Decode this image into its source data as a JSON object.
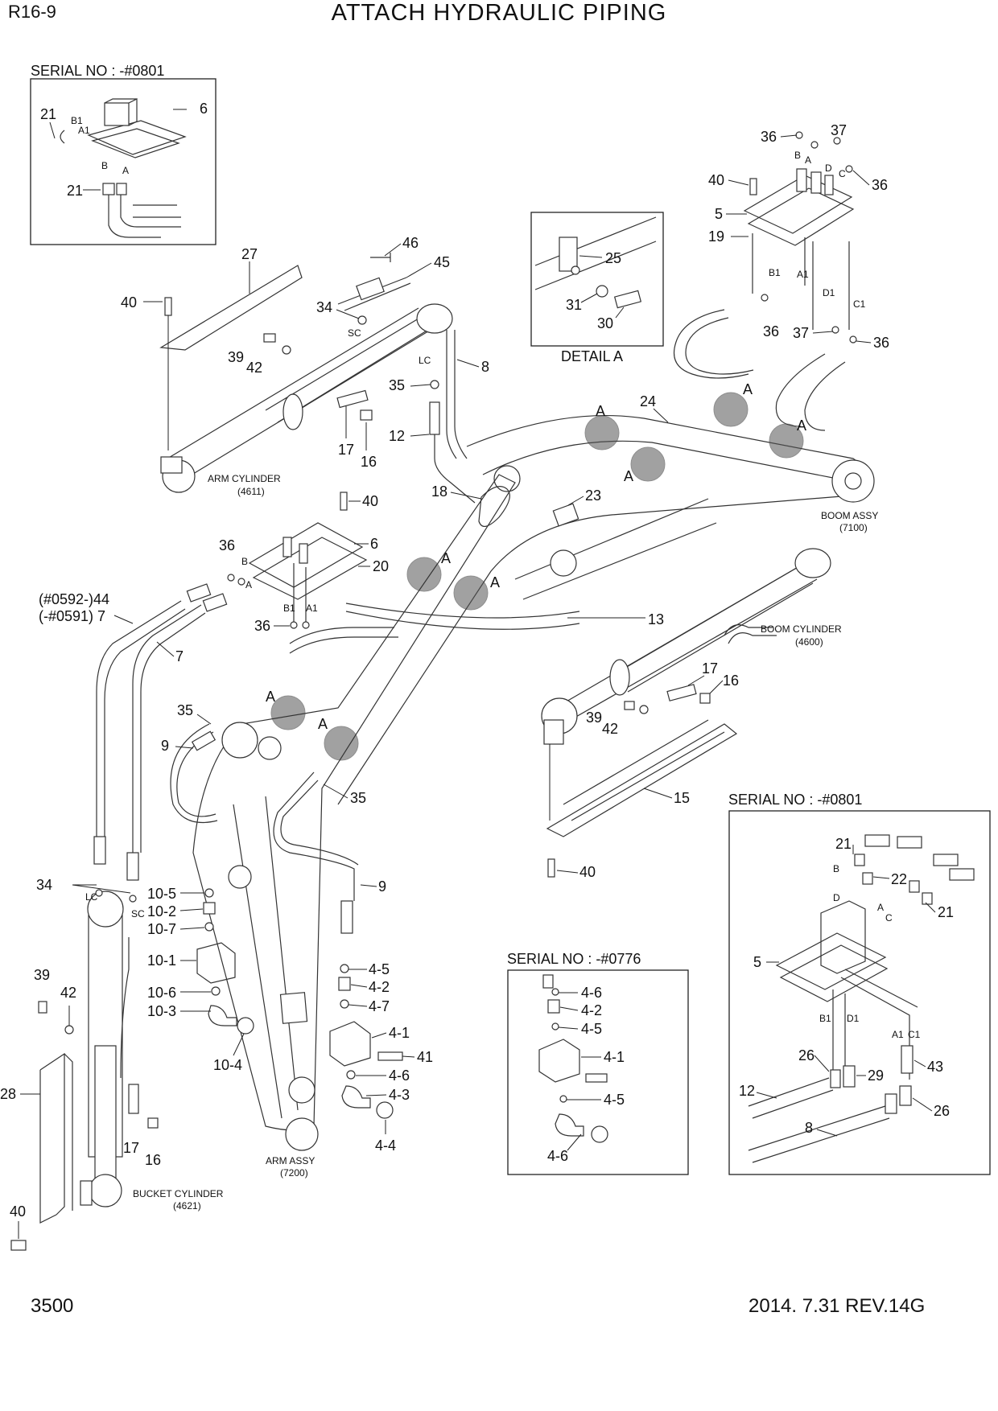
{
  "header": {
    "model": "R16-9",
    "title": "ATTACH HYDRAULIC PIPING"
  },
  "footer": {
    "page": "3500",
    "revision": "2014. 7.31  REV.14G"
  },
  "boxes": {
    "serial_top": "SERIAL NO : -#0801",
    "detail_a": "DETAIL A",
    "serial_right": "SERIAL NO : -#0801",
    "serial_mid": "SERIAL NO : -#0776"
  },
  "assemblies": {
    "arm_cylinder": [
      "ARM CYLINDER",
      "(4611)"
    ],
    "boom_assy": [
      "BOOM ASSY",
      "(7100)"
    ],
    "boom_cylinder": [
      "BOOM CYLINDER",
      "(4600)"
    ],
    "arm_assy": [
      "ARM ASSY",
      "(7200)"
    ],
    "bucket_cylinder": [
      "BUCKET CYLINDER",
      "(4621)"
    ]
  },
  "callouts": {
    "c27": "27",
    "c46": "46",
    "c45": "45",
    "c40a": "40",
    "c34a": "34",
    "c39a": "39",
    "c42a": "42",
    "c8": "8",
    "c35a": "35",
    "c12a": "12",
    "c17a": "17",
    "c16a": "16",
    "c25": "25",
    "c31": "31",
    "c30": "30",
    "c36a": "36",
    "c37a": "37",
    "c40b": "40",
    "c36b": "36",
    "c5a": "5",
    "c19": "19",
    "c36c": "36",
    "c37b": "37",
    "c36d": "36",
    "c24": "24",
    "c18": "18",
    "c23": "23",
    "c40c": "40",
    "c36e": "36",
    "c6b": "6",
    "c20": "20",
    "c36f": "36",
    "c44": "(#0592-)44",
    "c7a": "(-#0591) 7",
    "c7b": "7",
    "c13": "13",
    "c17b": "17",
    "c16b": "16",
    "c39b": "39",
    "c42b": "42",
    "c35b": "35",
    "c9a": "9",
    "c35c": "35",
    "c15": "15",
    "c40d": "40",
    "c9b": "9",
    "c34b": "34",
    "c10_5": "10-5",
    "c10_2": "10-2",
    "c10_7": "10-7",
    "c10_1": "10-1",
    "c10_6": "10-6",
    "c10_3": "10-3",
    "c10_4": "10-4",
    "c4_5a": "4-5",
    "c4_2a": "4-2",
    "c4_7": "4-7",
    "c4_1a": "4-1",
    "c41": "41",
    "c4_6a": "4-6",
    "c4_3": "4-3",
    "c4_4": "4-4",
    "c39c": "39",
    "c42c": "42",
    "c28": "28",
    "c17c": "17",
    "c16c": "16",
    "c40e": "40",
    "c21a": "21",
    "c6a": "6",
    "c21b": "21",
    "c4_6b": "4-6",
    "c4_2b": "4-2",
    "c4_5b": "4-5",
    "c4_1b": "4-1",
    "c4_5c": "4-5",
    "c4_6c": "4-6",
    "c21c": "21",
    "c22": "22",
    "c21d": "21",
    "c5b": "5",
    "c26a": "26",
    "c29": "29",
    "c43": "43",
    "c12b": "12",
    "c8b": "8",
    "c26b": "26"
  },
  "detail_marks": [
    "A",
    "A",
    "A",
    "A",
    "A",
    "A",
    "A",
    "A",
    "A"
  ],
  "port_labels": {
    "b1": "B1",
    "a1": "A1",
    "b": "B",
    "a": "A",
    "c": "C",
    "d": "D",
    "c1": "C1",
    "d1": "D1",
    "lc": "LC",
    "sc": "SC"
  }
}
